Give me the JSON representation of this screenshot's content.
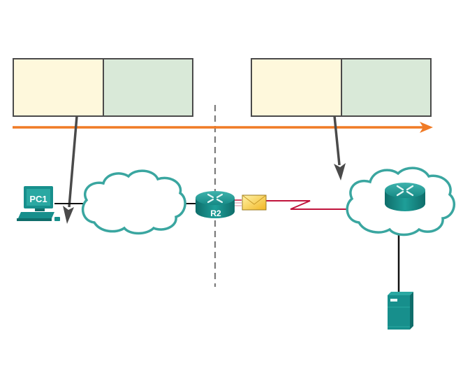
{
  "diagram": {
    "type": "network-topology",
    "colors": {
      "header_left_fill": "#fef8dc",
      "header_right_fill": "#d9e9d8",
      "header_border": "#4a4a4a",
      "flow_arrow": "#f07b26",
      "pointer_arrow": "#4a4a4a",
      "boundary_line": "#7a7a7a",
      "device_teal": "#178f8c",
      "cloud_outline": "#3aa6a0",
      "ethernet_link": "#111111",
      "serial_link": "#c0143c",
      "envelope_fill": "#f8cf3a"
    },
    "headers": [
      {
        "id": "header-left",
        "segments": [
          "",
          ""
        ]
      },
      {
        "id": "header-right",
        "segments": [
          "",
          ""
        ]
      }
    ],
    "devices": {
      "pc1": {
        "label": "PC1",
        "type": "pc-icon"
      },
      "r2": {
        "label": "R2",
        "type": "router-icon"
      },
      "remote_router": {
        "label": "",
        "type": "router-icon"
      },
      "server": {
        "label": "",
        "type": "server-icon"
      }
    },
    "clouds": [
      {
        "id": "left-cloud",
        "label": ""
      },
      {
        "id": "right-cloud",
        "label": ""
      }
    ],
    "links": [
      {
        "from": "pc1",
        "to": "left-cloud",
        "kind": "ethernet"
      },
      {
        "from": "left-cloud",
        "to": "r2",
        "kind": "ethernet"
      },
      {
        "from": "r2",
        "to": "right-cloud",
        "kind": "serial"
      },
      {
        "from": "remote_router",
        "to": "server",
        "kind": "ethernet"
      }
    ],
    "message": {
      "icon": "envelope-icon"
    },
    "flow_direction": "left-to-right"
  }
}
